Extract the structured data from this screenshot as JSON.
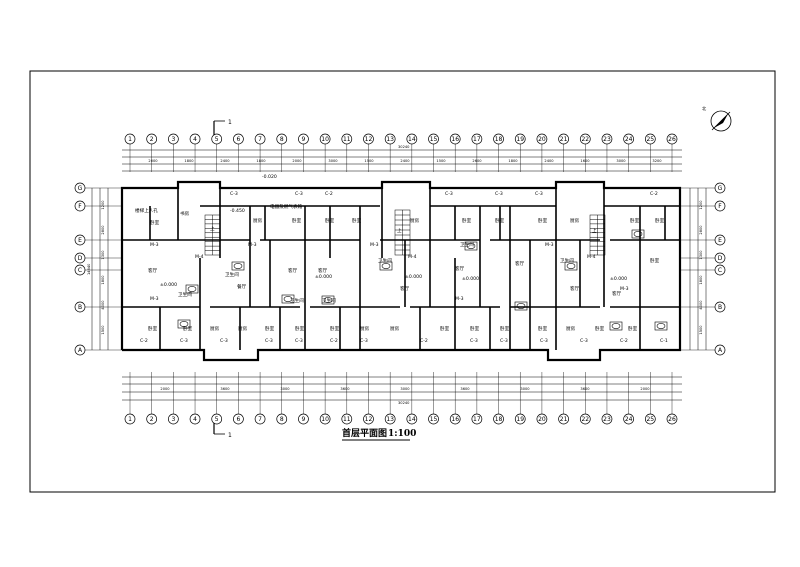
{
  "drawing": {
    "title": "首层平面图",
    "scale": "1:100",
    "section_mark": "1",
    "north_label": "北"
  },
  "axes": {
    "numbers_top": [
      "1",
      "2",
      "3",
      "4",
      "5",
      "6",
      "7",
      "8",
      "9",
      "10",
      "11",
      "12",
      "13",
      "14",
      "15",
      "16",
      "17",
      "18",
      "19",
      "20",
      "21",
      "22",
      "23",
      "24",
      "25",
      "26"
    ],
    "letters_left": [
      "G",
      "F",
      "E",
      "D",
      "C",
      "B",
      "A"
    ],
    "letters_right": [
      "G",
      "F",
      "E",
      "D",
      "C",
      "B",
      "A"
    ]
  },
  "dimensions": {
    "overall_top": "30240",
    "overall_bottom": "30240",
    "left_total": "14640",
    "top_segments": [
      "2000",
      "1800",
      "2400",
      "1800",
      "2000",
      "3000",
      "1500",
      "2400",
      "1500",
      "2600",
      "1800",
      "2400",
      "1600",
      "3000",
      "3200"
    ],
    "bottom_segments": [
      "2000",
      "3600",
      "3000",
      "3600",
      "3000",
      "3600",
      "3000",
      "3600",
      "2000"
    ],
    "side_segments": [
      "1200",
      "2800",
      "1300",
      "1800",
      "4000",
      "1500"
    ]
  },
  "rooms": {
    "bedroom": "卧室",
    "living": "客厅",
    "kitchen": "厨房",
    "bath": "卫生间",
    "study": "书房",
    "dining": "餐厅",
    "stair_up": "上",
    "entry_note": "楼梯上人孔",
    "duct_note": "电器及燃气表箱",
    "level_0": "±0.000",
    "level_neg": "-0.450",
    "level_step": "-0.020"
  },
  "labels": {
    "door": "M-3",
    "door2": "M-4",
    "window": "C-3",
    "window2": "C-2",
    "window3": "C-1"
  }
}
